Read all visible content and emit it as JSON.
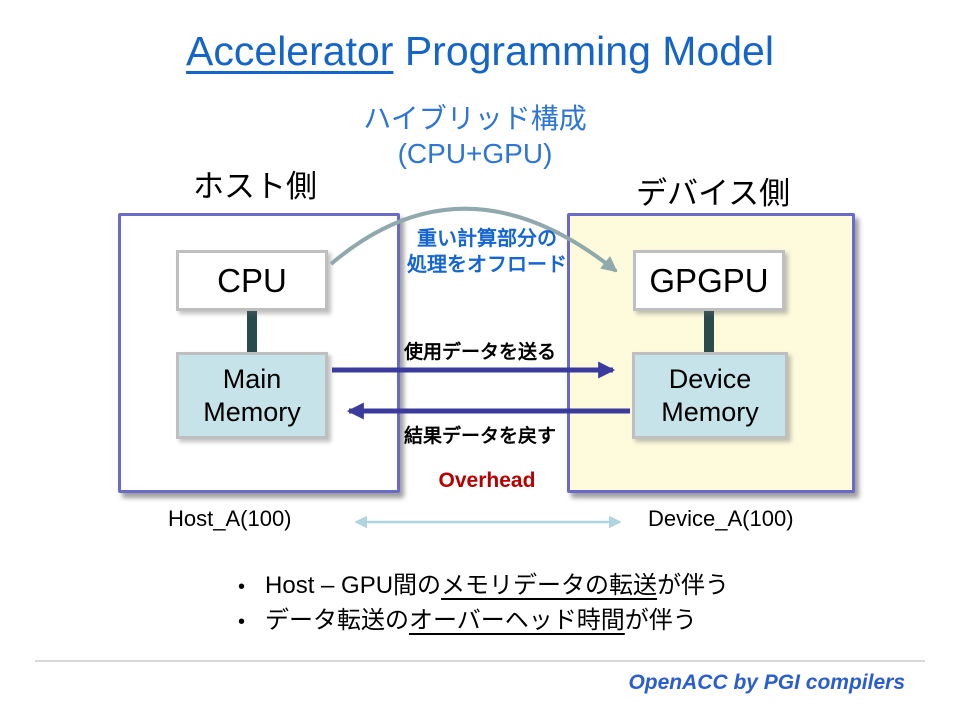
{
  "slide": {
    "title": {
      "underlined_part": "Accelerator",
      "rest_part": " Programming Model"
    },
    "subtitle": {
      "line1": "ハイブリッド構成",
      "line2": "(CPU+GPU)"
    },
    "sections": {
      "host_label": "ホスト側",
      "device_label": "デバイス側"
    },
    "host_box": {
      "cpu_label": "CPU",
      "memory_line1": "Main",
      "memory_line2": "Memory"
    },
    "device_box": {
      "gpu_label": "GPGPU",
      "memory_line1": "Device",
      "memory_line2": "Memory"
    },
    "annotations": {
      "offload_line1": "重い計算部分の",
      "offload_line2": "処理をオフロード",
      "send_label": "使用データを送る",
      "return_label": "結果データを戻す",
      "overhead_label": "Overhead",
      "host_var": "Host_A(100)",
      "device_var": "Device_A(100)"
    },
    "bullets": [
      {
        "marker": "•",
        "pre": "Host – GPU間の",
        "underlined": "メモリデータの転送",
        "post": "が伴う"
      },
      {
        "marker": "•",
        "pre": "データ転送の",
        "underlined": "オーバーヘッド時間",
        "post": "が伴う"
      }
    ],
    "footer": "OpenACC by PGI compilers",
    "colors": {
      "title_blue": "#1565C8",
      "subtitle_blue": "#2E75D6",
      "box_border_purple": "#6A6AC8",
      "device_box_fill": "#FDFBDC",
      "memory_fill": "#C5E3E8",
      "transfer_arrow_blue": "#3B3B9E",
      "bus_connector_teal": "#2A4B4E",
      "offload_arrow_gray": "#8FA9AD",
      "overhead_red": "#B80000",
      "measure_arrow_light": "#AFD3DF",
      "footer_blue": "#2A5ECE"
    }
  }
}
